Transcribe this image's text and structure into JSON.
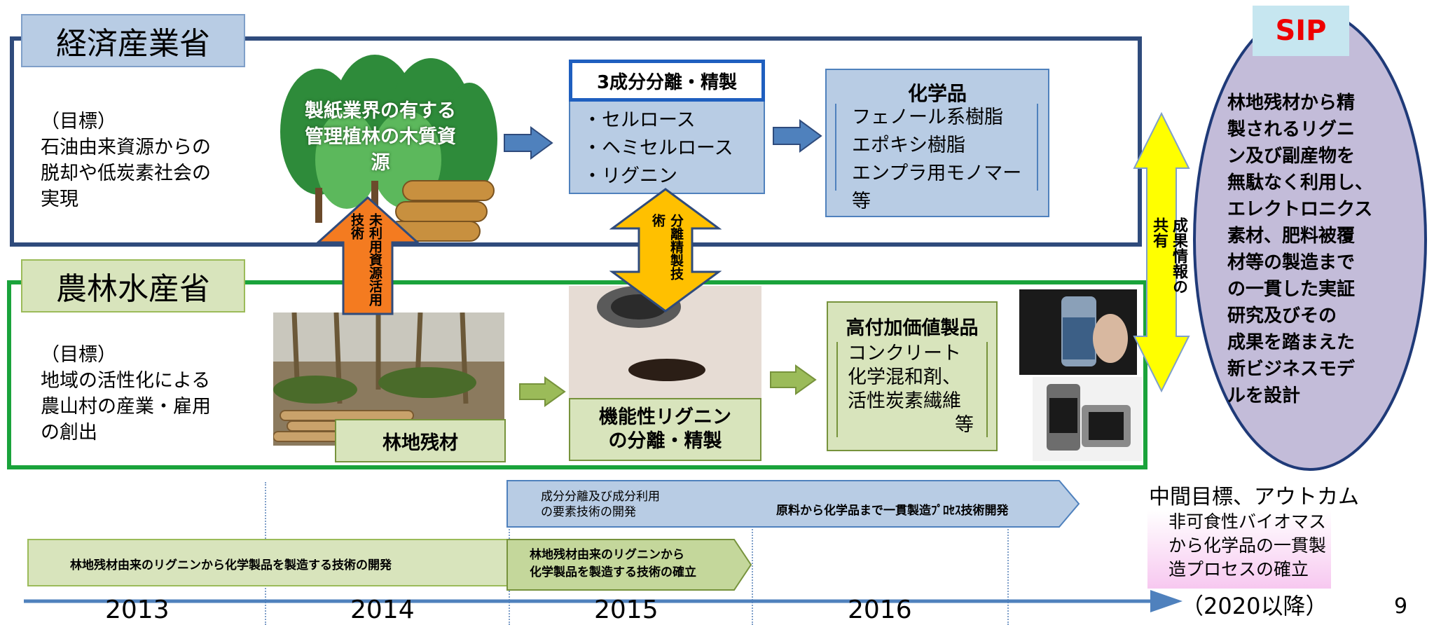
{
  "meti": {
    "name": "経済産業省",
    "goal": [
      "（目標）",
      "石油由来資源からの",
      "脱却や低炭素社会の",
      "実現"
    ],
    "forest_label": "製紙業界の有する管理植林の木質資源",
    "separation_title": "3成分分離・精製",
    "separation_items": [
      "・セルロース",
      "・ヘミセルロース",
      "・リグニン"
    ],
    "chem_title": "化学品",
    "chem_items": [
      "フェノール系樹脂",
      "エポキシ樹脂",
      "エンプラ用モノマー等"
    ]
  },
  "maff": {
    "name": "農林水産省",
    "goal": [
      "（目標）",
      "地域の活性化による",
      "農山村の産業・雇用",
      "の創出"
    ],
    "residue_label": "林地残材",
    "lignin_label": [
      "機能性リグニン",
      "の分離・精製"
    ],
    "product_title": "高付加価値製品",
    "product_items": [
      "コンクリート",
      "化学混和剤、",
      "活性炭素繊維",
      "等"
    ]
  },
  "arrows": {
    "unused": "未利用資源活用技術",
    "separation": "分離精製技術",
    "share": "成果情報の共有"
  },
  "sip": {
    "title": "SIP",
    "text": [
      "林地残材から精",
      "製されるリグニ",
      "ン及び副産物を",
      "無駄なく利用し、",
      "エレクトロニクス",
      "素材、肥料被覆",
      "材等の製造まで",
      "の一貫した実証",
      "研究及びその",
      "成果を踏まえた",
      "新ビジネスモデ",
      "ルを設計"
    ]
  },
  "timeline": {
    "bar1": [
      "成分分離及び成分利用",
      "の要素技術の開発"
    ],
    "bar1_tail": "原料から化学品まで一貫製造ﾌﾟﾛｾｽ技術開発",
    "bar2": "林地残材由来のリグニンから化学製品を製造する技術の開発",
    "bar3": [
      "林地残材由来のリグニンから",
      "化学製品を製造する技術の確立"
    ],
    "years": [
      "2013",
      "2014",
      "2015",
      "2016"
    ],
    "outcome_title": "中間目標、アウトカム",
    "outcome_text": [
      "非可食性バイオマス",
      "から化学品の一貫製",
      "造プロセスの確立"
    ],
    "outcome_year": "（2020以降）"
  },
  "page_number": "9"
}
